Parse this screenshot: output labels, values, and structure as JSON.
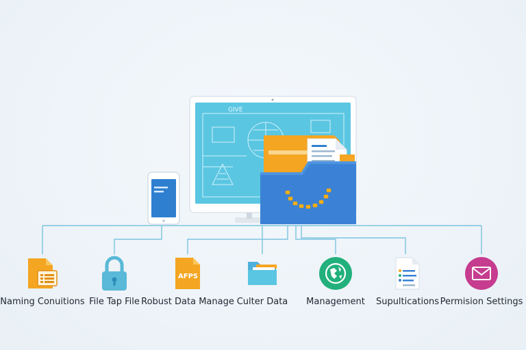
{
  "colors": {
    "connector": "#7cc3df",
    "monitor_screen": "#5bc6e2",
    "folder_blue": "#3b82d6",
    "folder_orange": "#f4a522",
    "lock_blue": "#5ab8d8",
    "globe_green": "#22b07d",
    "mail_magenta": "#c63c8f"
  },
  "monitor": {
    "screen_caption": "GIVE"
  },
  "nodes": [
    {
      "id": "naming",
      "label": "Naming Conuitions",
      "icon": "orange-document-icon"
    },
    {
      "id": "filetap",
      "label": "File Tap File",
      "icon": "lock-icon"
    },
    {
      "id": "robust",
      "label": "Robust Data Manage",
      "icon": "orange-file-icon",
      "badge": "AFPS"
    },
    {
      "id": "culter",
      "label": "Culter Data",
      "icon": "folder-icon"
    },
    {
      "id": "management",
      "label": "Management",
      "icon": "globe-icon"
    },
    {
      "id": "supult",
      "label": "Supultications",
      "icon": "checklist-document-icon"
    },
    {
      "id": "permission",
      "label": "Permision Settings",
      "icon": "mail-icon"
    }
  ]
}
